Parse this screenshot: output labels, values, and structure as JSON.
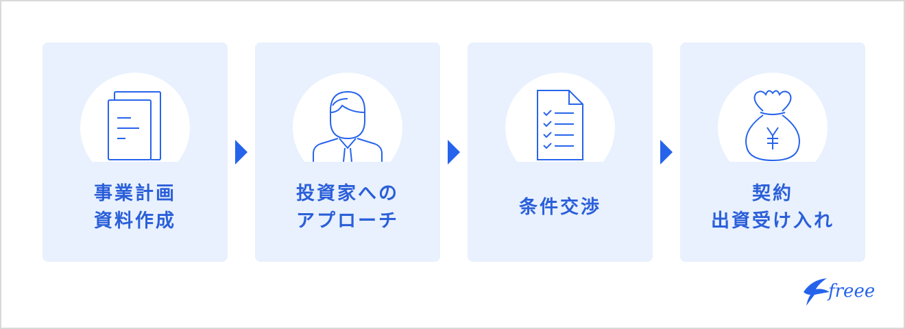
{
  "steps": [
    {
      "line1": "事業計画",
      "line2": "資料作成",
      "icon": "documents-icon"
    },
    {
      "line1": "投資家への",
      "line2": "アプローチ",
      "icon": "businessman-icon"
    },
    {
      "line1": "条件交渉",
      "line2": "",
      "icon": "checklist-icon"
    },
    {
      "line1": "契約",
      "line2": "出資受け入れ",
      "icon": "yen-money-bag-icon"
    }
  ],
  "logo": {
    "text": "freee"
  },
  "colors": {
    "accent": "#2563eb",
    "card_bg": "#e8f1fd",
    "text": "#2b5fd9",
    "icon_stroke": "#2563eb"
  }
}
